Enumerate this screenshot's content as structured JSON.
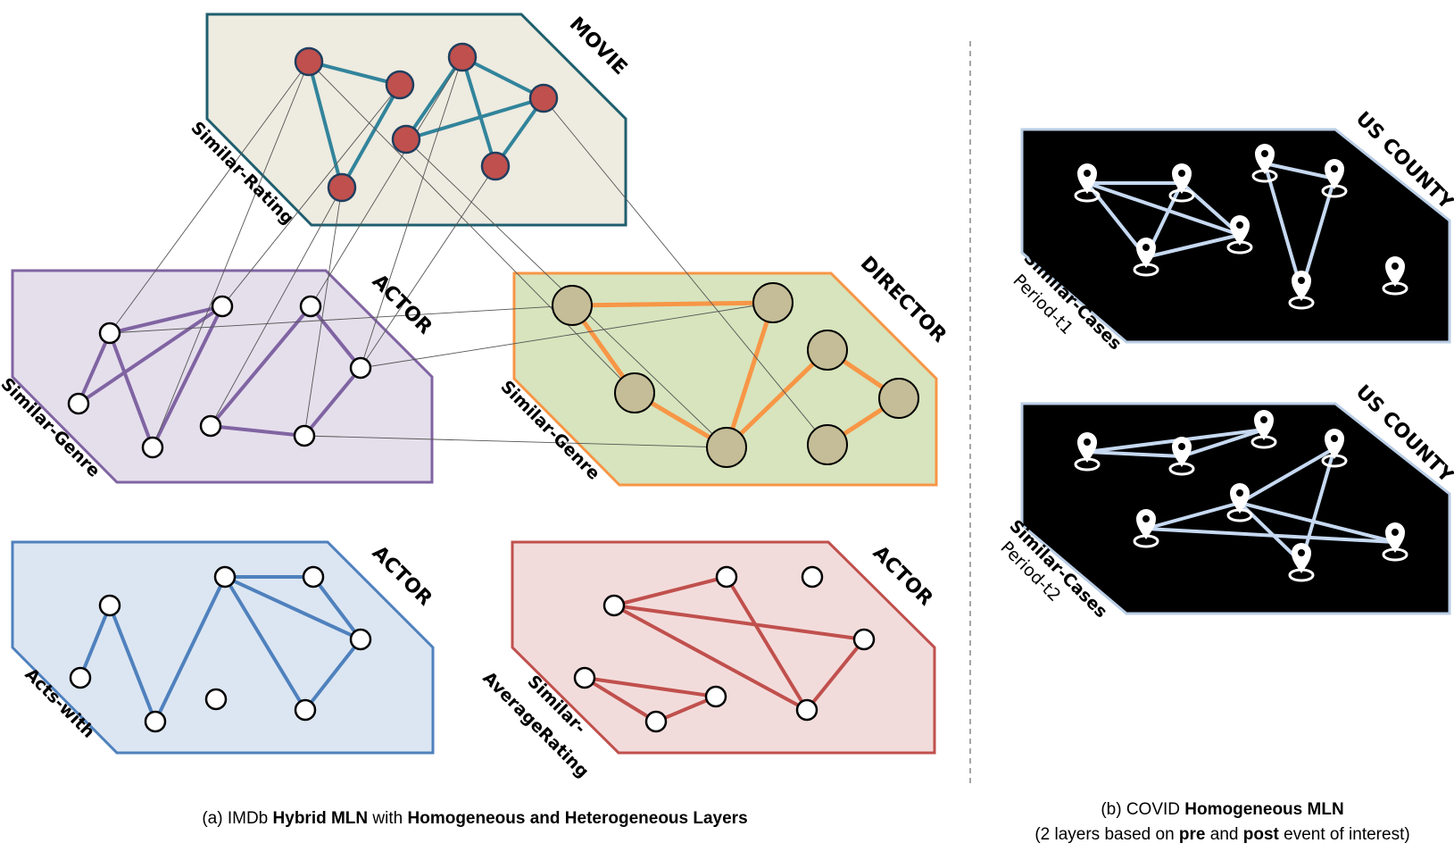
{
  "panel_a": {
    "layers": {
      "movie": {
        "title": "MOVIE",
        "relation": "Similar-Rating"
      },
      "actor_genre": {
        "title": "ACTOR",
        "relation": "Similar-Genre"
      },
      "director": {
        "title": "DIRECTOR",
        "relation": "Similar-Genre"
      },
      "actor_acts": {
        "title": "ACTOR",
        "relation": "Acts-with"
      },
      "actor_avg": {
        "title": "ACTOR",
        "relation_line1": "Similar-",
        "relation_line2": "AverageRating"
      }
    },
    "caption": {
      "prefix": "(a) IMDb ",
      "bold1": "Hybrid MLN",
      "mid": " with ",
      "bold2": "Homogeneous and Heterogeneous Layers"
    }
  },
  "panel_b": {
    "layers": {
      "t1": {
        "title": "US COUNTY",
        "relation": "Similar-Cases",
        "period": "Period-t1"
      },
      "t2": {
        "title": "US COUNTY",
        "relation": "Similar-Cases",
        "period": "Period-t2"
      }
    },
    "caption": {
      "line1_prefix": "(b) COVID ",
      "line1_bold": "Homogeneous MLN",
      "line2_prefix": "(2 layers based on ",
      "line2_bold1": "pre",
      "line2_mid": " and ",
      "line2_bold2": "post",
      "line2_suffix": " event of interest)"
    }
  },
  "colors": {
    "movie_fill": "#eeebe0",
    "movie_stroke": "#1f5f6f",
    "movie_edge": "#31849b",
    "movie_node": "#c0504d",
    "actor_genre_fill": "#e5dfec",
    "actor_genre_stroke": "#8064a2",
    "director_fill": "#d7e4bd",
    "director_stroke": "#f79646",
    "director_node": "#c4bd97",
    "acts_fill": "#dce6f2",
    "acts_stroke": "#4f81bd",
    "avg_fill": "#f2dcdb",
    "avg_stroke": "#c0504d",
    "county_fill": "#000000",
    "county_stroke": "#b9cde5",
    "county_edge": "#c6d9f1",
    "interlayer": "#555555",
    "divider": "#888888"
  },
  "icons": {
    "pin": "map-pin-icon"
  }
}
